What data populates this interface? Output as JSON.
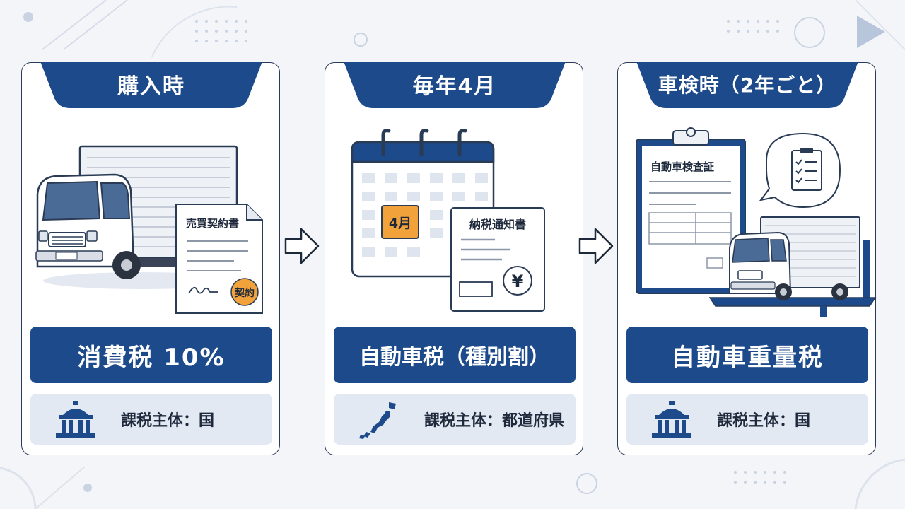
{
  "steps": [
    {
      "timing": "購入時",
      "document_label": "売買契約書",
      "stamp_label": "契約",
      "tax_name": "消費税 10%",
      "authority_label": "課税主体：国",
      "authority_icon": "government-building-icon"
    },
    {
      "timing": "毎年4月",
      "calendar_label": "4月",
      "document_label": "納税通知書",
      "currency_symbol": "¥",
      "tax_name": "自動車税（種別割）",
      "authority_label": "課税主体：都道府県",
      "authority_icon": "japan-map-icon"
    },
    {
      "timing": "車検時（2年ごと）",
      "document_label": "自動車検査証",
      "tax_name": "自動車重量税",
      "authority_label": "課税主体：国",
      "authority_icon": "government-building-icon"
    }
  ],
  "colors": {
    "primary": "#1d4a8a",
    "outline": "#2a3b55",
    "background": "#f3f5f9",
    "accent": "#f2a23a",
    "authority_bg": "#e3e9f3"
  }
}
